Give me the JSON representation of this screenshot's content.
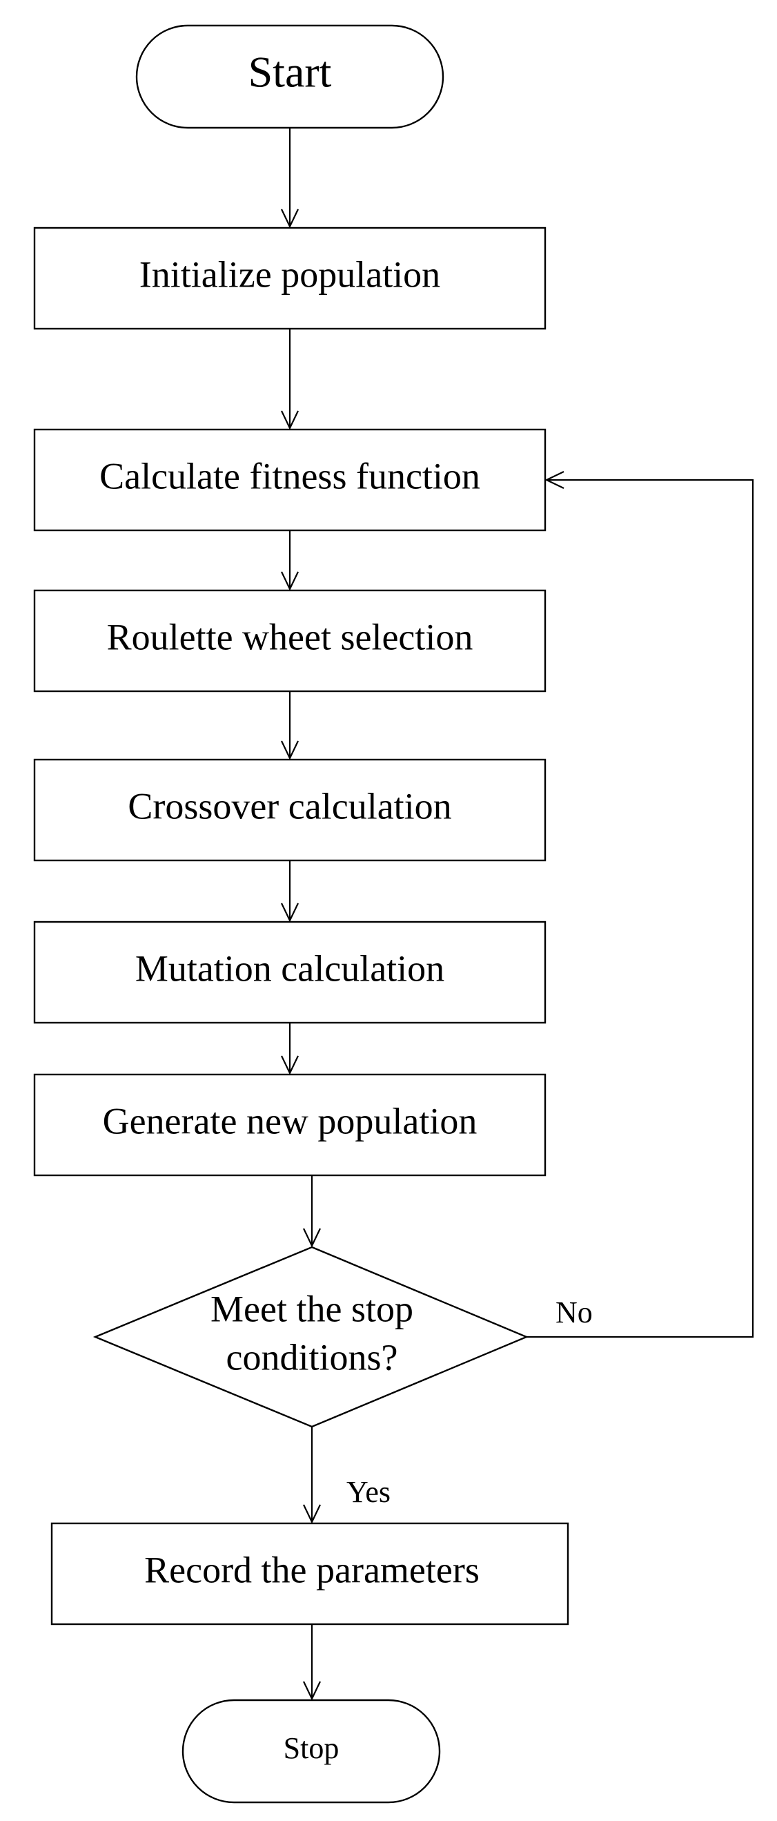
{
  "nodes": {
    "start": "Start",
    "initialize": "Initialize population",
    "fitness": "Calculate fitness function",
    "selection": "Roulette wheet selection",
    "crossover": "Crossover calculation",
    "mutation": "Mutation calculation",
    "generate": "Generate new population",
    "decision_line1": "Meet the stop",
    "decision_line2": "conditions?",
    "record": "Record the parameters",
    "stop": "Stop"
  },
  "edge_labels": {
    "no": "No",
    "yes": "Yes"
  }
}
